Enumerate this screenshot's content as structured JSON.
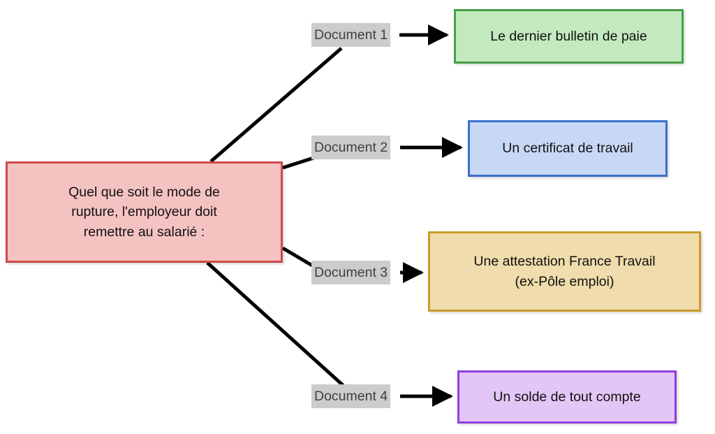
{
  "diagram": {
    "title_text": "Quel que soit le mode de rupture, l'employeur doit remettre au salarié :",
    "source_node": {
      "label": "Quel que soit le mode de rupture, l'employeur doit remettre au salarié :",
      "line1": "Quel que soit le mode de",
      "line2": "rupture, l'employeur doit",
      "line3": "remettre au salarié :",
      "fill": "#f5c2c2",
      "border": "#cc4a47"
    },
    "edges": [
      {
        "label": "Document 1"
      },
      {
        "label": "Document 2"
      },
      {
        "label": "Document 3"
      },
      {
        "label": "Document 4"
      }
    ],
    "targets": [
      {
        "label": "Le dernier bulletin de paie",
        "line1": "Le dernier bulletin de paie",
        "line2": "",
        "fill": "#c3eabf",
        "border": "#48a046"
      },
      {
        "label": "Un certificat de travail",
        "line1": "Un certificat de travail",
        "line2": "",
        "fill": "#c7d8f4",
        "border": "#3b6fcb"
      },
      {
        "label": "Une attestation France Travail (ex-Pôle emploi)",
        "line1": "Une attestation France Travail",
        "line2": "(ex-Pôle emploi)",
        "fill": "#f0dcac",
        "border": "#ca9b2d"
      },
      {
        "label": "Un solde de tout compte",
        "line1": "Un solde de tout compte",
        "line2": "",
        "fill": "#e3c6f6",
        "border": "#8f3ee0"
      }
    ],
    "edge_color": "#000000",
    "label_background": "#cccccc",
    "label_text_color": "#404040",
    "background": "#ffffff"
  }
}
